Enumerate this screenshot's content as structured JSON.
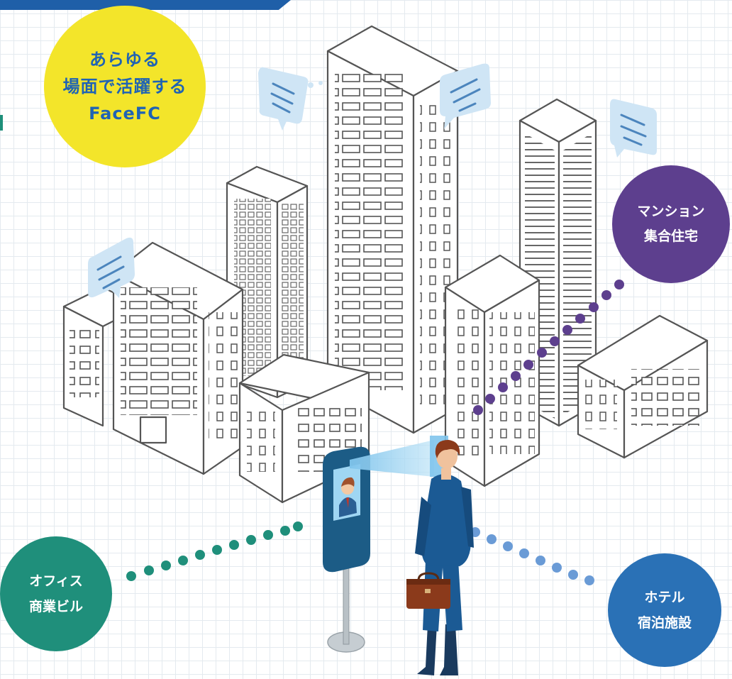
{
  "hero": {
    "lines": [
      "あらゆる",
      "場面で活躍する",
      "FaceFC"
    ]
  },
  "badges": {
    "mansion": {
      "line1": "マンション",
      "line2": "集合住宅",
      "color": "#5d3f8e"
    },
    "office": {
      "line1": "オフィス",
      "line2": "商業ビル",
      "color": "#1f8f7b"
    },
    "hotel": {
      "line1": "ホテル",
      "line2": "宿泊施設",
      "color": "#2a71b6"
    }
  },
  "colors": {
    "accent_blue": "#1f5fa8",
    "hero_yellow": "#f3e52a",
    "hero_text": "#1f63b4"
  },
  "icons": [
    "speech-bubble-icon",
    "building-icon",
    "face-terminal-icon",
    "person-icon",
    "briefcase-icon"
  ]
}
